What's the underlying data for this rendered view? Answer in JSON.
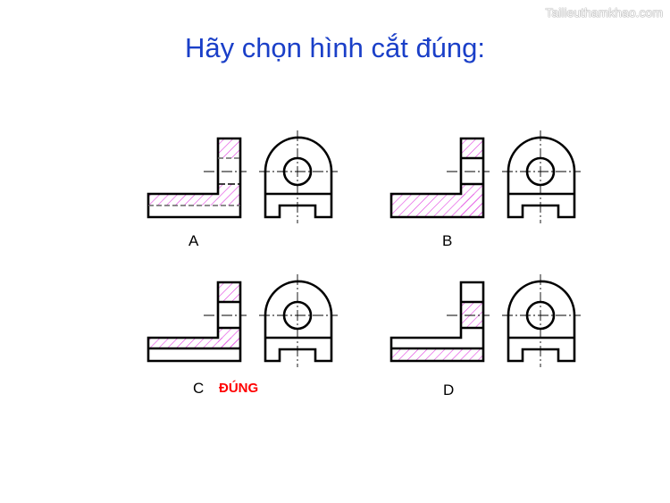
{
  "watermark": "Tailieuthamkhao.com",
  "title": "Hãy chọn hình cắt đúng:",
  "colors": {
    "title": "#1a3fc8",
    "hatch": "#e040e0",
    "answer": "#ff0000",
    "line": "#000000"
  },
  "options": [
    {
      "id": "A",
      "label": "A",
      "correct_note": ""
    },
    {
      "id": "B",
      "label": "B",
      "correct_note": ""
    },
    {
      "id": "C",
      "label": "C",
      "correct_note": "ĐÚNG"
    },
    {
      "id": "D",
      "label": "D",
      "correct_note": ""
    }
  ]
}
